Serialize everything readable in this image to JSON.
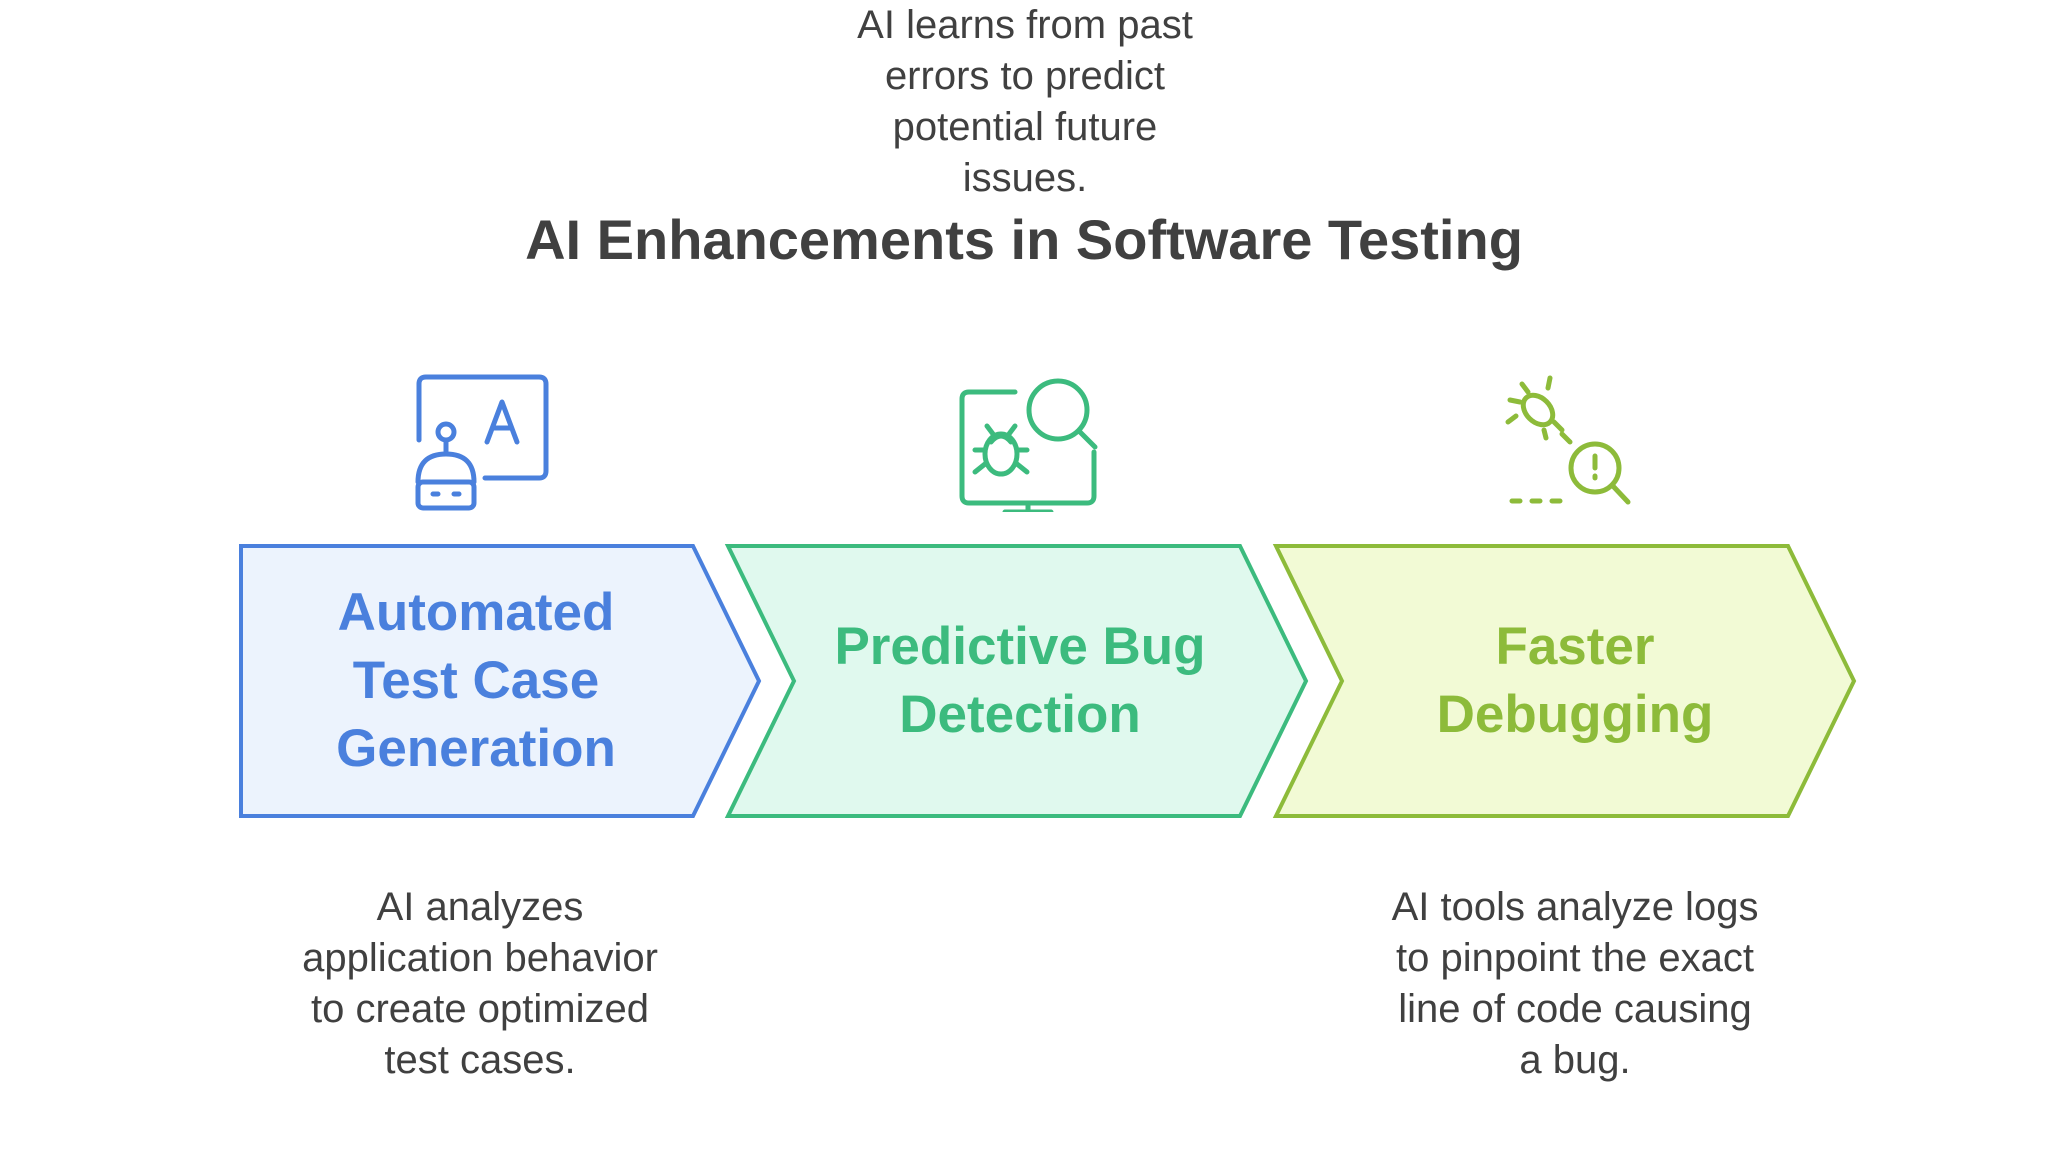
{
  "title": "AI Enhancements in Software Testing",
  "colors": {
    "blue": "#4a80dd",
    "blue_fill": "#ecf3fd",
    "green": "#3cbb7e",
    "green_fill": "#e0f9ee",
    "lime": "#8dbb3a",
    "lime_fill": "#f2fad5",
    "text": "#404040"
  },
  "steps": [
    {
      "label_lines": [
        "Automated",
        "Test Case",
        "Generation"
      ],
      "icon": "robot-text-icon",
      "description_lines": [
        "AI analyzes",
        "application behavior",
        "to create optimized",
        "test cases."
      ]
    },
    {
      "label_lines": [
        "Predictive Bug",
        "Detection"
      ],
      "icon": "monitor-bug-search-icon",
      "description_lines": [
        "AI learns from past",
        "errors to predict",
        "potential future",
        "issues."
      ]
    },
    {
      "label_lines": [
        "Faster",
        "Debugging"
      ],
      "icon": "bug-trace-search-icon",
      "description_lines": [
        "AI tools analyze logs",
        "to pinpoint the exact",
        "line of code causing",
        "a bug."
      ]
    }
  ]
}
